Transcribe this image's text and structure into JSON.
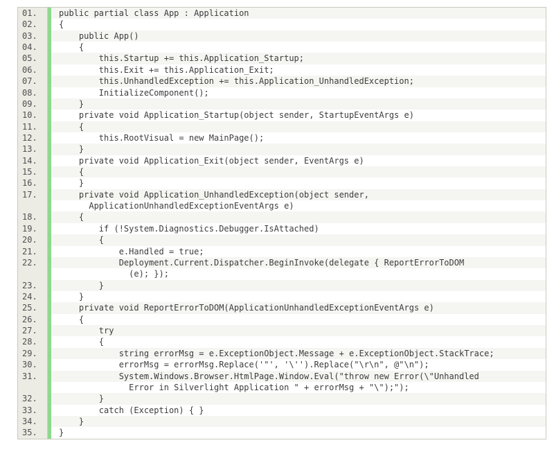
{
  "colors": {
    "page_background": "#ffffff",
    "border": "#c9c9c0",
    "gutter_background": "#ecece5",
    "gutter_text": "#4e4e4e",
    "accent_bar_green": "#8ed88e",
    "stripe_gray": "#f5f5f2",
    "code_text": "#3c3c3c"
  },
  "code": {
    "language": "C#",
    "rows": [
      {
        "num": "01.",
        "code": "public partial class App : Application"
      },
      {
        "num": "02.",
        "code": "{"
      },
      {
        "num": "03.",
        "code": "    public App()"
      },
      {
        "num": "04.",
        "code": "    {"
      },
      {
        "num": "05.",
        "code": "        this.Startup += this.Application_Startup;"
      },
      {
        "num": "06.",
        "code": "        this.Exit += this.Application_Exit;"
      },
      {
        "num": "07.",
        "code": "        this.UnhandledException += this.Application_UnhandledException;"
      },
      {
        "num": "08.",
        "code": "        InitializeComponent();"
      },
      {
        "num": "09.",
        "code": "    }"
      },
      {
        "num": "10.",
        "code": "    private void Application_Startup(object sender, StartupEventArgs e)"
      },
      {
        "num": "11.",
        "code": "    {"
      },
      {
        "num": "12.",
        "code": "        this.RootVisual = new MainPage();"
      },
      {
        "num": "13.",
        "code": "    }"
      },
      {
        "num": "14.",
        "code": "    private void Application_Exit(object sender, EventArgs e)"
      },
      {
        "num": "15.",
        "code": "    {"
      },
      {
        "num": "16.",
        "code": "    }"
      },
      {
        "num": "17.",
        "code": "    private void Application_UnhandledException(object sender,"
      },
      {
        "num": "",
        "code": "      ApplicationUnhandledExceptionEventArgs e)"
      },
      {
        "num": "18.",
        "code": "    {"
      },
      {
        "num": "19.",
        "code": "        if (!System.Diagnostics.Debugger.IsAttached)"
      },
      {
        "num": "20.",
        "code": "        {"
      },
      {
        "num": "21.",
        "code": "            e.Handled = true;"
      },
      {
        "num": "22.",
        "code": "            Deployment.Current.Dispatcher.BeginInvoke(delegate { ReportErrorToDOM"
      },
      {
        "num": "",
        "code": "              (e); });"
      },
      {
        "num": "23.",
        "code": "        }"
      },
      {
        "num": "24.",
        "code": "    }"
      },
      {
        "num": "25.",
        "code": "    private void ReportErrorToDOM(ApplicationUnhandledExceptionEventArgs e)"
      },
      {
        "num": "26.",
        "code": "    {"
      },
      {
        "num": "27.",
        "code": "        try"
      },
      {
        "num": "28.",
        "code": "        {"
      },
      {
        "num": "29.",
        "code": "            string errorMsg = e.ExceptionObject.Message + e.ExceptionObject.StackTrace;"
      },
      {
        "num": "30.",
        "code": "            errorMsg = errorMsg.Replace('\"', '\\'').Replace(\"\\r\\n\", @\"\\n\");"
      },
      {
        "num": "31.",
        "code": "            System.Windows.Browser.HtmlPage.Window.Eval(\"throw new Error(\\\"Unhandled"
      },
      {
        "num": "",
        "code": "              Error in Silverlight Application \" + errorMsg + \"\\\");\");"
      },
      {
        "num": "32.",
        "code": "        }"
      },
      {
        "num": "33.",
        "code": "        catch (Exception) { }"
      },
      {
        "num": "34.",
        "code": "    }"
      },
      {
        "num": "35.",
        "code": "}"
      }
    ]
  }
}
